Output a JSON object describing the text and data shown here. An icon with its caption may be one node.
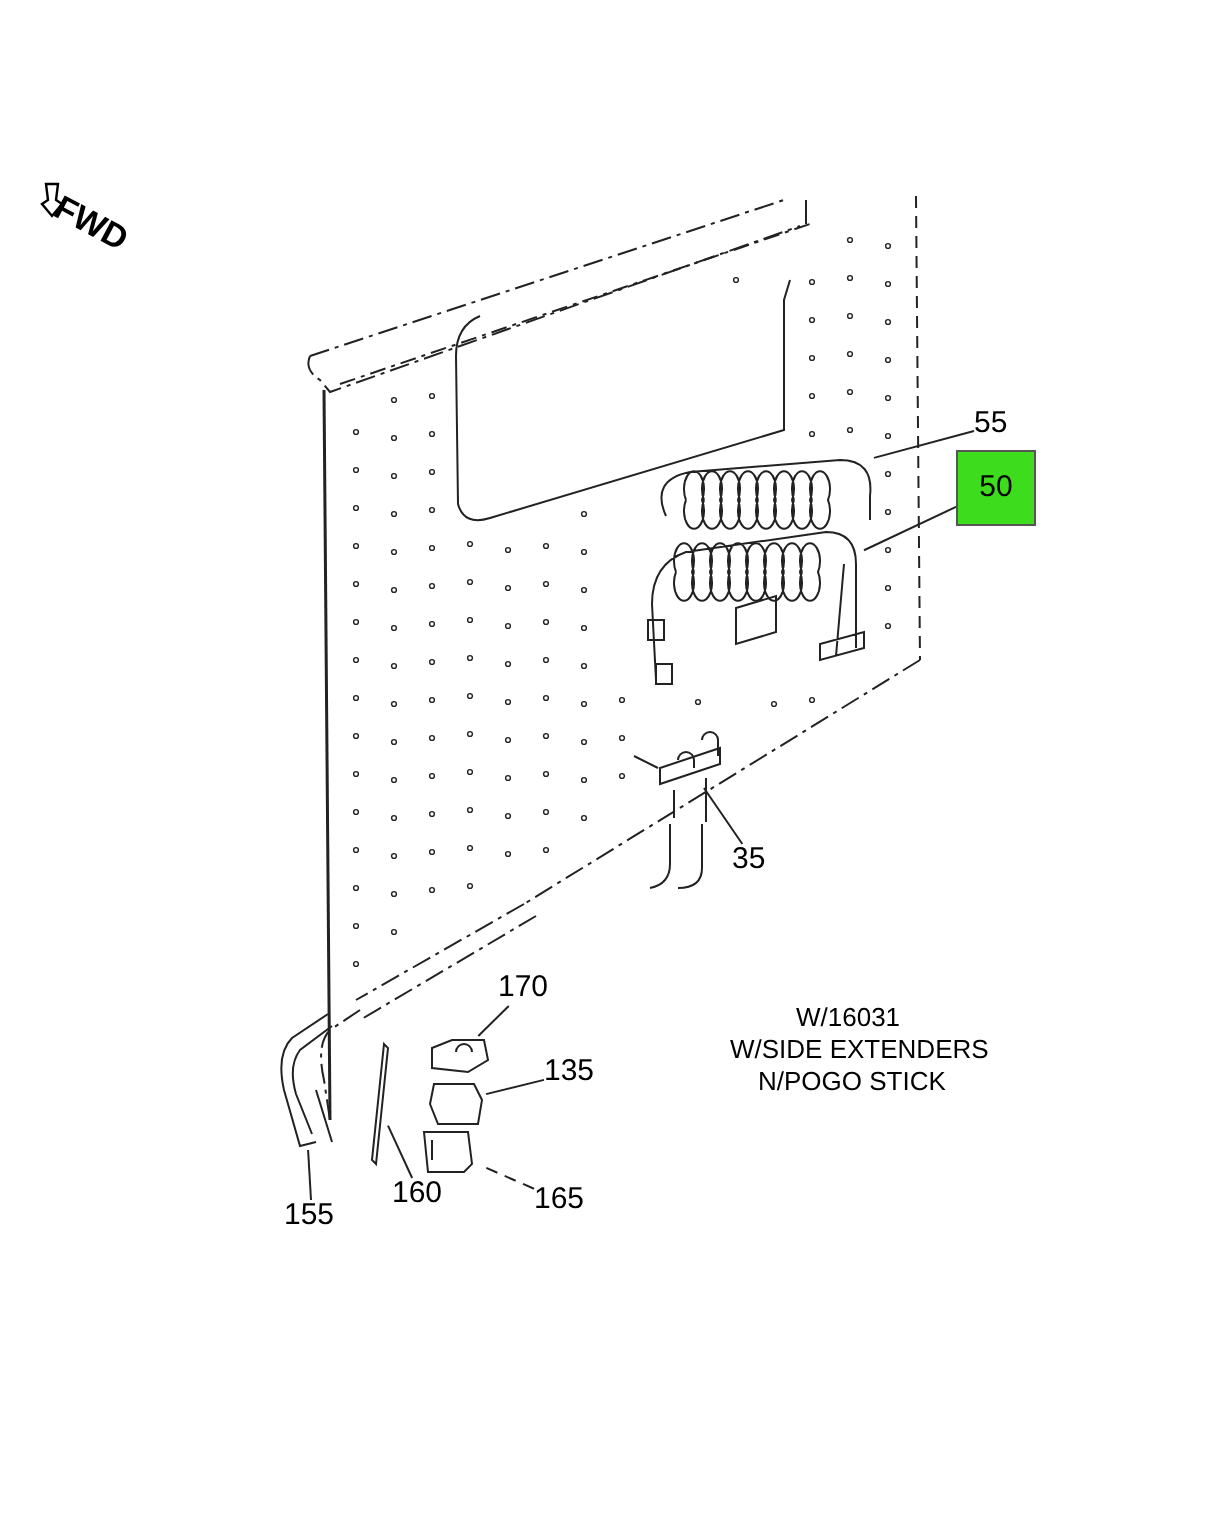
{
  "diagram": {
    "nodes": [
      {
        "text": [
          "55"
        ]
      },
      {
        "text": [
          "50"
        ]
      },
      {
        "text": [
          "35"
        ]
      },
      {
        "text": [
          "170"
        ]
      },
      {
        "text": [
          "135"
        ]
      },
      {
        "text": [
          "155"
        ]
      },
      {
        "text": [
          "160"
        ]
      },
      {
        "text": [
          "165"
        ]
      },
      {
        "text": [],
        "shape": "picture"
      },
      {
        "text": [],
        "shape": "picture"
      },
      {
        "text": [],
        "shape": "picture"
      },
      {
        "text": [],
        "shape": "picture"
      },
      {
        "text": [],
        "shape": "picture"
      },
      {
        "text": [],
        "shape": "picture"
      },
      {
        "text": [],
        "shape": "picture"
      },
      {
        "text": [],
        "shape": "picture"
      }
    ],
    "edges": [
      {
        "from": 0,
        "to": 8,
        "arrow": "none"
      },
      {
        "from": 1,
        "to": 9,
        "arrow": "none"
      },
      {
        "from": 2,
        "to": 10,
        "arrow": "none"
      },
      {
        "from": 3,
        "to": 11,
        "arrow": "none"
      },
      {
        "from": 4,
        "to": 12,
        "arrow": "none"
      },
      {
        "from": 5,
        "to": 13,
        "arrow": "none"
      },
      {
        "from": 6,
        "to": 14,
        "arrow": "none"
      },
      {
        "from": 7,
        "to": 15,
        "arrow": "none",
        "style": "dashed"
      }
    ],
    "labels": [
      "FWD",
      "W/16031",
      "W/SIDE EXTENDERS",
      "N/POGO STICK"
    ]
  }
}
